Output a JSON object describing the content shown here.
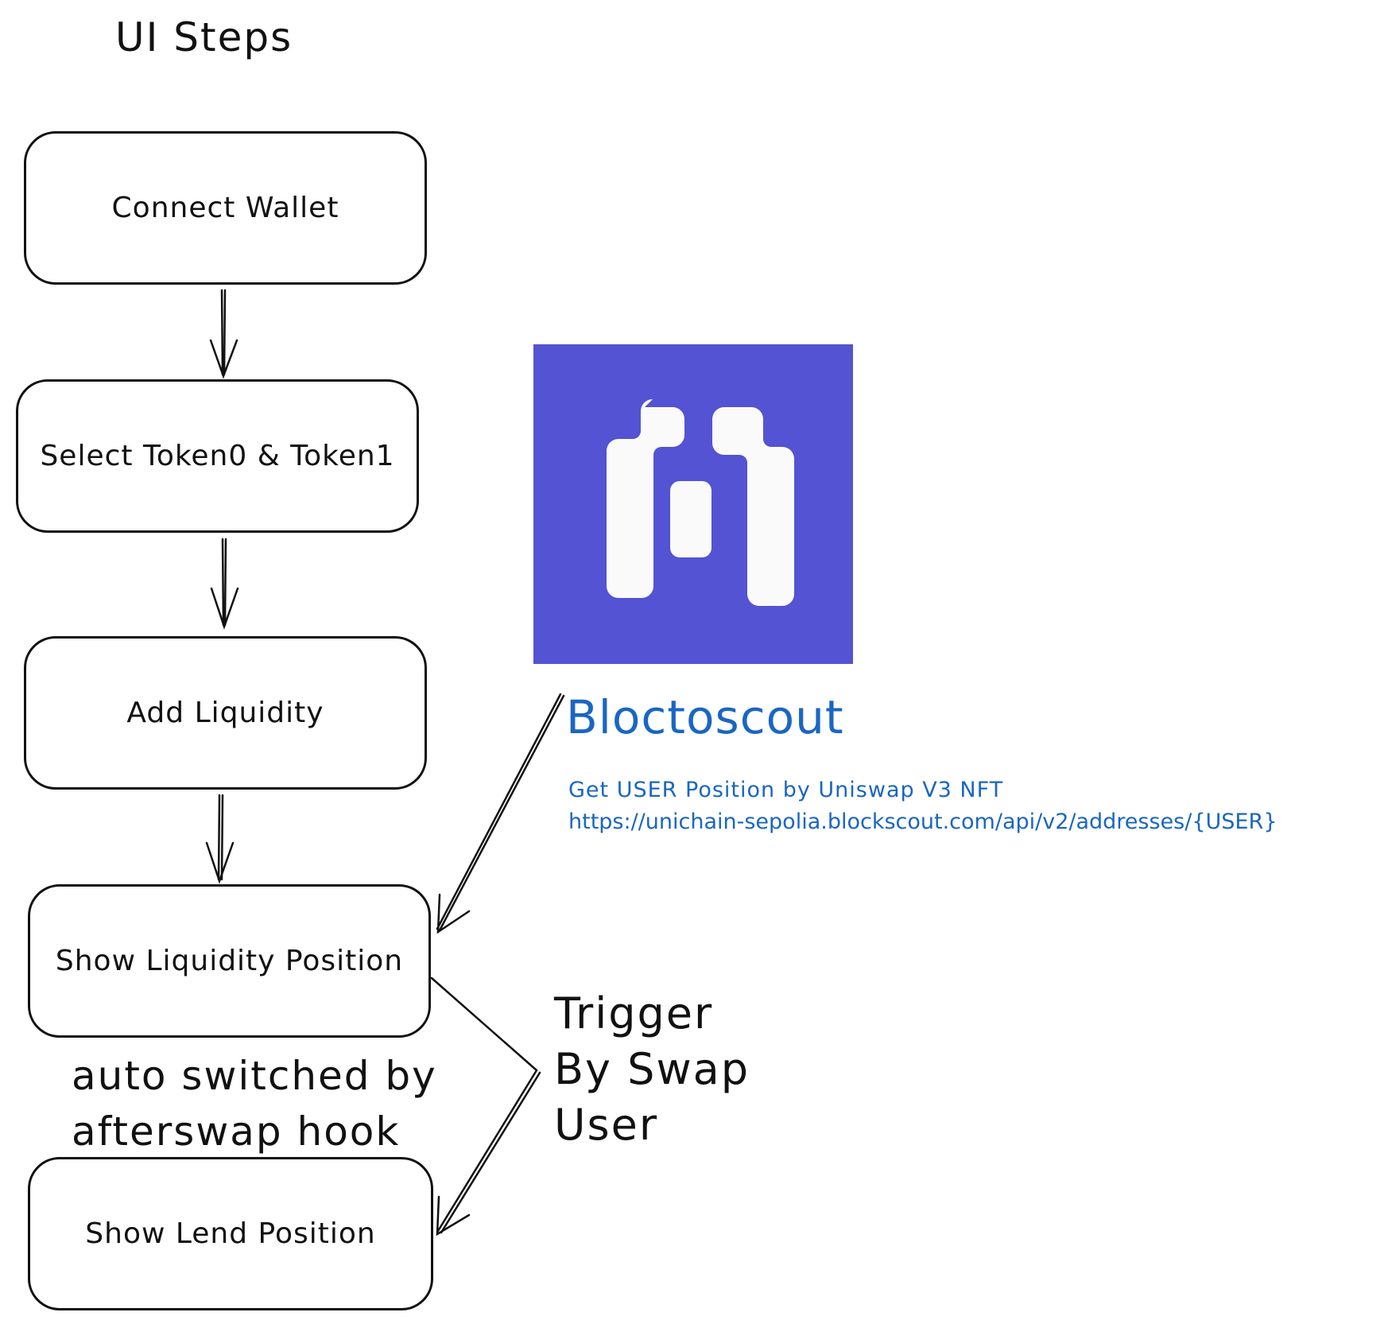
{
  "title": "UI Steps",
  "steps": [
    {
      "label": "Connect Wallet"
    },
    {
      "label": "Select Token0 & Token1"
    },
    {
      "label": "Add Liquidity"
    },
    {
      "label": "Show Liquidity Position"
    },
    {
      "label": "Show Lend Position"
    }
  ],
  "blockscout": {
    "name": "Bloctoscout",
    "description": "Get USER Position by Uniswap V3 NFT",
    "url": "https://unichain-sepolia.blockscout.com/api/v2/addresses/{USER}",
    "logo_color": "#5353d3"
  },
  "notes": {
    "auto_line1": "auto switched by",
    "auto_line2": "afterswap hook",
    "trigger_line1": "Trigger",
    "trigger_line2": "By Swap",
    "trigger_line3": "User"
  },
  "colors": {
    "ink": "#111111",
    "link_blue": "#1a66c2"
  }
}
